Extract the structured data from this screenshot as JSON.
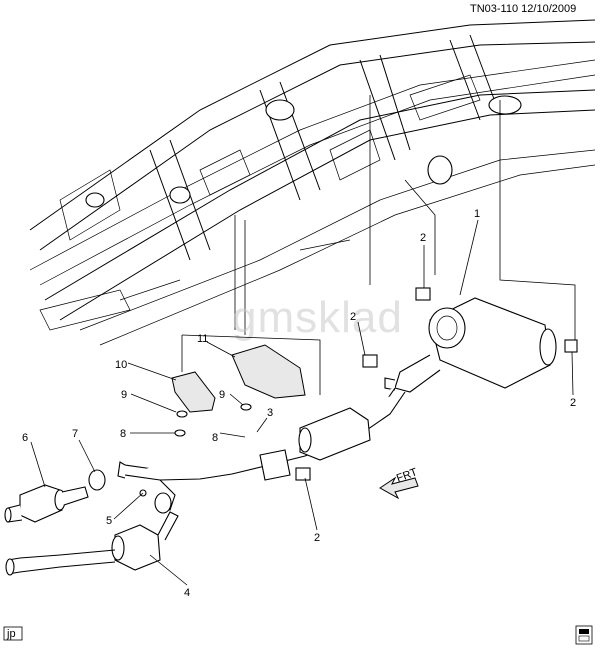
{
  "header": {
    "drawing_code": "TN03-110",
    "date": "12/10/2009"
  },
  "watermark": "gmsklad",
  "direction_label": "FRT",
  "corner_label": "jp",
  "callouts": [
    {
      "id": "c1",
      "label": "1"
    },
    {
      "id": "c2a",
      "label": "2"
    },
    {
      "id": "c2b",
      "label": "2"
    },
    {
      "id": "c2c",
      "label": "2"
    },
    {
      "id": "c2d",
      "label": "2"
    },
    {
      "id": "c3",
      "label": "3"
    },
    {
      "id": "c4",
      "label": "4"
    },
    {
      "id": "c5",
      "label": "5"
    },
    {
      "id": "c6",
      "label": "6"
    },
    {
      "id": "c7",
      "label": "7"
    },
    {
      "id": "c8a",
      "label": "8"
    },
    {
      "id": "c8b",
      "label": "8"
    },
    {
      "id": "c9a",
      "label": "9"
    },
    {
      "id": "c9b",
      "label": "9"
    },
    {
      "id": "c10",
      "label": "10"
    },
    {
      "id": "c11",
      "label": "11"
    }
  ]
}
